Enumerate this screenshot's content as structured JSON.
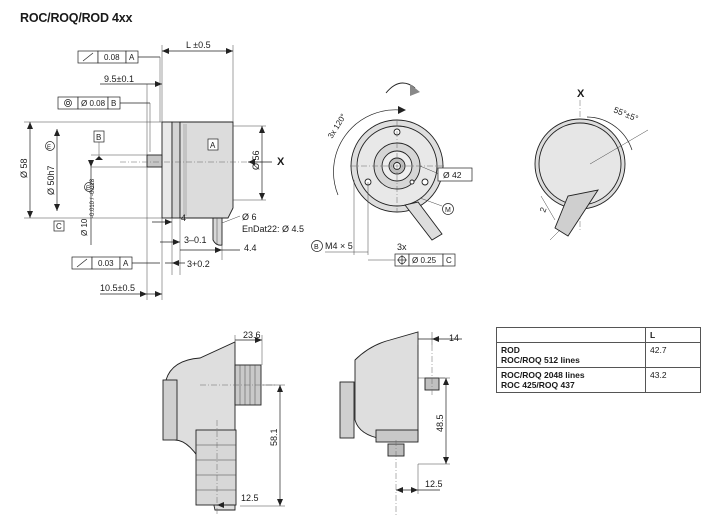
{
  "title": "ROC/ROQ/ROD 4xx",
  "labels": {
    "L_tol": "L ±0.5",
    "d_9_5": "9.5±0.1",
    "d_58": "Ø 58",
    "d_50h7": "Ø 50h7",
    "e_circle": "E",
    "d_10": "Ø 10",
    "tol_10": "-0.010\n-0.018",
    "d_56": "Ø 56",
    "X1": "X",
    "d_4": "4",
    "d_3m": "3–0.1",
    "d_6": "Ø 6",
    "endat": "EnDat22: Ø 4.5",
    "d_4_4": "4.4",
    "d_3p": "3+0.2",
    "d_10_5": "10.5±0.5",
    "fcf_runout_top": "0.08",
    "fcf_concentric": "Ø 0.08",
    "fcf_runout_bottom": "0.03",
    "datum_A": "A",
    "datum_B": "B",
    "datum_C": "C",
    "rot_3x120": "3x 120°",
    "d_42": "Ø 42",
    "M_circle": "M",
    "B_circle": "B",
    "m4x5": "M4 × 5",
    "x3": "3x",
    "fcf_pos": "Ø 0.25",
    "X2": "X",
    "angle": "55°±5°",
    "d_2": "2",
    "d_23_6": "23.6",
    "d_58_1": "58.1",
    "d_12_5a": "12.5",
    "d_14": "14",
    "d_48_5": "48.5",
    "d_12_5b": "12.5"
  },
  "table": {
    "header_L": "L",
    "rows": [
      {
        "name_line1": "ROD",
        "name_line2": "ROC/ROQ 512 lines",
        "value": "42.7"
      },
      {
        "name_line1": "ROC/ROQ 2048 lines",
        "name_line2": "ROC 425/ROQ 437",
        "value": "43.2"
      }
    ]
  }
}
